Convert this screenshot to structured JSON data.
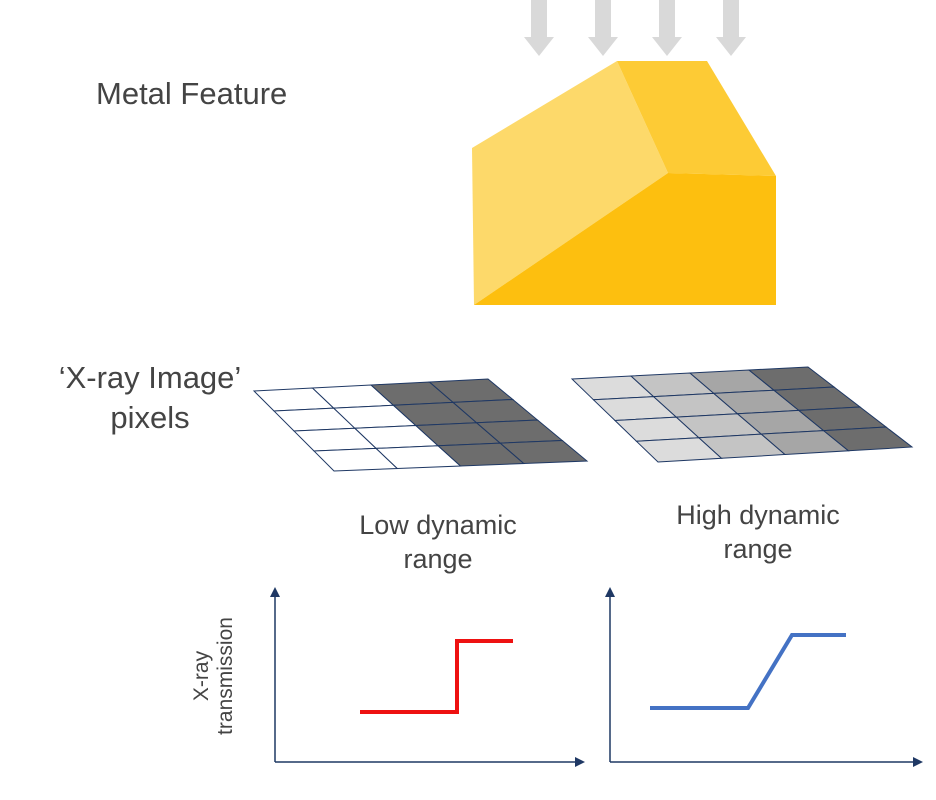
{
  "title": "Metal Feature",
  "xray_label_line1": "‘X-ray Image’",
  "xray_label_line2": "pixels",
  "low_label_line1": "Low dynamic",
  "low_label_line2": "range",
  "high_label_line1": "High dynamic",
  "high_label_line2": "range",
  "ylabel_line1": "X-ray",
  "ylabel_line2": "transmission",
  "colors": {
    "arrow": "#d9d9d9",
    "metal_left": "#fdd96a",
    "metal_top": "#fdcb35",
    "metal_front": "#fdbf0f",
    "grid_line": "#1f3864",
    "axis": "#1f3864",
    "low_curve": "#ee1111",
    "high_curve": "#4472c4"
  },
  "low_grid_shades": [
    [
      "#ffffff",
      "#ffffff",
      "#6d6d6d",
      "#6d6d6d"
    ],
    [
      "#ffffff",
      "#ffffff",
      "#6d6d6d",
      "#6d6d6d"
    ],
    [
      "#ffffff",
      "#ffffff",
      "#6d6d6d",
      "#6d6d6d"
    ],
    [
      "#ffffff",
      "#ffffff",
      "#6d6d6d",
      "#6d6d6d"
    ]
  ],
  "high_grid_shades": [
    [
      "#dcdcdc",
      "#c4c4c4",
      "#a6a6a6",
      "#6d6d6d"
    ],
    [
      "#dcdcdc",
      "#c4c4c4",
      "#a6a6a6",
      "#6d6d6d"
    ],
    [
      "#dcdcdc",
      "#c4c4c4",
      "#a6a6a6",
      "#6d6d6d"
    ],
    [
      "#dcdcdc",
      "#c4c4c4",
      "#a6a6a6",
      "#6d6d6d"
    ]
  ]
}
